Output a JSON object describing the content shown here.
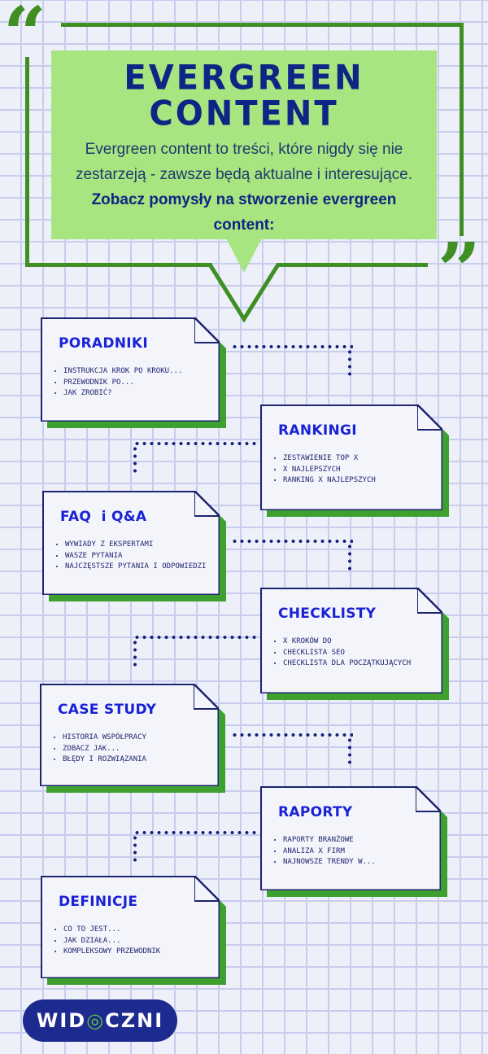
{
  "header": {
    "title_line1": "EVERGREEN",
    "title_line2": "CONTENT",
    "description": "Evergreen content to treści, które nigdy się nie zestarzeją - zawsze będą aktualne i interesujące.",
    "description_bold": "Zobacz pomysły na stworzenie evergreen content:",
    "open_quote": "“",
    "close_quote": "”"
  },
  "cards": [
    {
      "title": "PORADNIKI",
      "items": [
        "INSTRUKCJA KROK PO KROKU...",
        "PRZEWODNIK PO...",
        "JAK ZROBIĆ?"
      ]
    },
    {
      "title": "RANKINGI",
      "items": [
        "ZESTAWIENIE TOP X",
        "X NAJLEPSZYCH",
        "RANKING X NAJLEPSZYCH"
      ]
    },
    {
      "title": "FAQ  i Q&A",
      "items": [
        "WYWIADY Z EKSPERTAMI",
        "WASZE PYTANIA",
        "NAJCZĘSTSZE PYTANIA I ODPOWIEDZI"
      ]
    },
    {
      "title": "CHECKLISTY",
      "items": [
        "X KROKÓW DO",
        "CHECKLISTA SEO",
        "CHECKLISTA DLA POCZĄTKUJĄCYCH"
      ]
    },
    {
      "title": "CASE STUDY",
      "items": [
        "HISTORIA WSPÓŁPRACY",
        "ZOBACZ JAK...",
        "BŁĘDY I ROZWIĄZANIA"
      ]
    },
    {
      "title": "RAPORTY",
      "items": [
        "RAPORTY BRANŻOWE",
        "ANALIZA X FIRM",
        "NAJNOWSZE TRENDY W..."
      ]
    },
    {
      "title": "DEFINICJE",
      "items": [
        "CO TO JEST...",
        "JAK DZIAŁA...",
        "KOMPLEKSOWY PRZEWODNIK"
      ]
    }
  ],
  "logo": {
    "text_left": "WID",
    "eye": "◎",
    "text_right": "CZNI"
  },
  "colors": {
    "green": "#3f8f24",
    "light_green": "#a6e580",
    "navy": "#0f2585",
    "title_blue": "#1a22d6"
  }
}
